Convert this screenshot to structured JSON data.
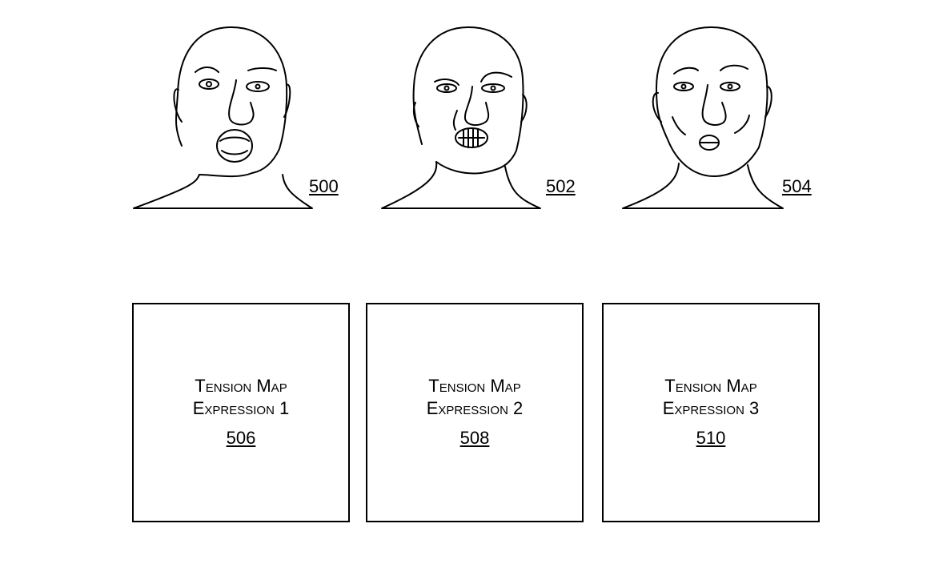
{
  "faces": [
    {
      "ref": "500",
      "expression": "open-mouth"
    },
    {
      "ref": "502",
      "expression": "grimace"
    },
    {
      "ref": "504",
      "expression": "pursed-lips"
    }
  ],
  "tension_maps": [
    {
      "line1": "Tension Map",
      "line2": "Expression 1",
      "ref": "506"
    },
    {
      "line1": "Tension Map",
      "line2": "Expression 2",
      "ref": "508"
    },
    {
      "line1": "Tension Map",
      "line2": "Expression 3",
      "ref": "510"
    }
  ]
}
